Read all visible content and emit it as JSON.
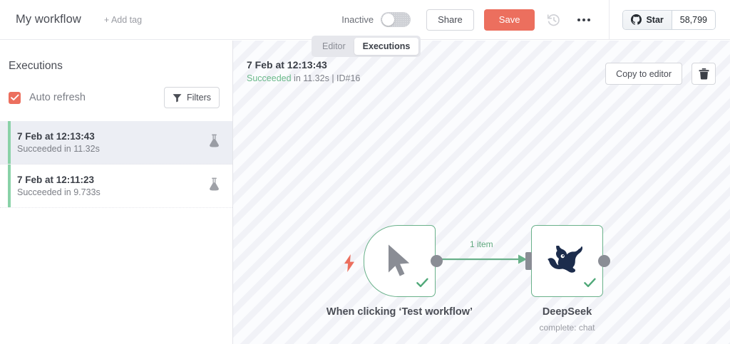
{
  "topbar": {
    "workflow_title": "My workflow",
    "add_tag_label": "+ Add tag",
    "active_state_label": "Inactive",
    "toggle_state": "off",
    "share_label": "Share",
    "save_label": "Save",
    "undo_icon": "history-undo-icon",
    "more_icon": "ellipsis-icon",
    "github": {
      "star_label": "Star",
      "star_count": "58,799",
      "icon": "github-icon"
    }
  },
  "tabs": {
    "items": [
      {
        "label": "Editor",
        "active": false
      },
      {
        "label": "Executions",
        "active": true
      }
    ]
  },
  "sidebar": {
    "title": "Executions",
    "auto_refresh": {
      "label": "Auto refresh",
      "checked": true,
      "accent_color": "#ec6f5e"
    },
    "filters_button": {
      "label": "Filters",
      "icon": "funnel-icon"
    },
    "executions": [
      {
        "time": "7 Feb at 12:13:43",
        "status": "Succeeded in 11.32s",
        "selected": true,
        "status_color": "#8ad2a8",
        "icon": "flask-icon"
      },
      {
        "time": "7 Feb at 12:11:23",
        "status": "Succeeded in 9.733s",
        "selected": false,
        "status_color": "#8ad2a8",
        "icon": "flask-icon"
      }
    ]
  },
  "execution_detail": {
    "time": "7 Feb at 12:13:43",
    "status_word": "Succeeded",
    "status_rest": " in 11.32s | ID#16",
    "status_color": "#6ab98a",
    "copy_button": "Copy to editor",
    "delete_icon": "trash-icon"
  },
  "workflow": {
    "connection_label": "1 item",
    "nodes": [
      {
        "id": "trigger",
        "label": "When clicking ‘Test workflow’",
        "subtitle": "",
        "icon": "cursor-pointer-icon",
        "badge_icon": "lightning-bolt-icon",
        "badge_color": "#ec6f5e",
        "border_color": "#69b18a",
        "status_icon": "check-icon"
      },
      {
        "id": "deepseek",
        "label": "DeepSeek",
        "subtitle": "complete: chat",
        "icon": "deepseek-whale-icon",
        "icon_color": "#1c2c4c",
        "border_color": "#69b18a",
        "status_icon": "check-icon"
      }
    ]
  }
}
